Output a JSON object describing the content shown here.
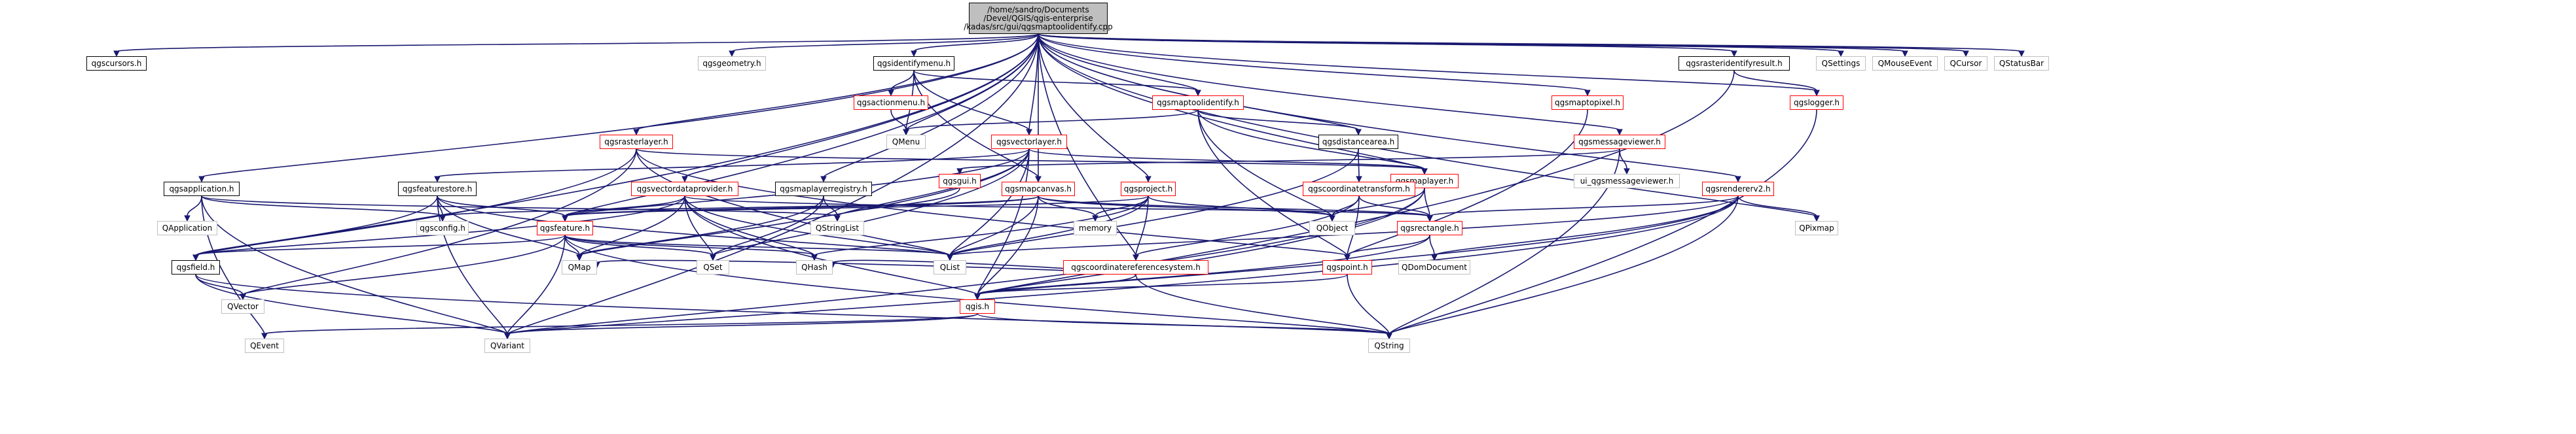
{
  "diagram": {
    "root": "/home/sandro/Documents\n/Devel/QGIS/qgis-enterprise\n/kadas/src/gui/qgsmaptoolidentify.cpp",
    "nodes": {
      "qgscursors": "qgscursors.h",
      "qgsgeometry": "qgsgeometry.h",
      "qgsidentifymenu": "qgsidentifymenu.h",
      "qgsactionmenu": "qgsactionmenu.h",
      "qmenu": "QMenu",
      "qgsmaptoolidentify": "qgsmaptoolidentify.h",
      "qgsvectorlayer": "qgsvectorlayer.h",
      "qgsdistancearea": "qgsdistancearea.h",
      "qgscoordinatetransform": "qgscoordinatetransform.h",
      "qgsmaplayer": "qgsmaplayer.h",
      "qgsmaptopixel": "qgsmaptopixel.h",
      "qgsmessageviewer": "qgsmessageviewer.h",
      "ui_qgsmessageviewer": "ui_qgsmessageviewer.h",
      "qgsrasteridentifyresult": "qgsrasteridentifyresult.h",
      "qgslogger": "qgslogger.h",
      "qsettings": "QSettings",
      "qmouseevent": "QMouseEvent",
      "qcursor": "QCursor",
      "qstatusbar": "QStatusBar",
      "qgsrasterlayer": "qgsrasterlayer.h",
      "qgsfeaturestore": "qgsfeaturestore.h",
      "qgsvectordataprovider": "qgsvectordataprovider.h",
      "qgsmaplayerregistry": "qgsmaplayerregistry.h",
      "qgsgui": "qgsgui.h",
      "qgsmapcanvas": "qgsmapcanvas.h",
      "qgsproject": "qgsproject.h",
      "qgsapplication": "qgsapplication.h",
      "qapplication": "QApplication",
      "qgsconfig": "qgsconfig.h",
      "qgsfeature": "qgsfeature.h",
      "qstringlist": "QStringList",
      "memory": "memory",
      "qobject": "QObject",
      "qgsrectangle": "qgsrectangle.h",
      "qgsrendererv2": "qgsrendererv2.h",
      "qpixmap": "QPixmap",
      "qgscoordinatereferencesystem": "qgscoordinatereferencesystem.h",
      "qgsfield": "qgsfield.h",
      "qmap": "QMap",
      "qset": "QSet",
      "qhash": "QHash",
      "qlist": "QList",
      "qgspoint": "qgspoint.h",
      "qdomdocument": "QDomDocument",
      "qvector": "QVector",
      "qgis": "qgis.h",
      "qevent": "QEvent",
      "qvariant": "QVariant",
      "qstring": "QString"
    },
    "edges": [
      [
        "root",
        "qgscursors"
      ],
      [
        "root",
        "qgsgeometry"
      ],
      [
        "root",
        "qgsidentifymenu"
      ],
      [
        "root",
        "qmenu"
      ],
      [
        "root",
        "qgsmaptoolidentify"
      ],
      [
        "root",
        "qgsvectorlayer"
      ],
      [
        "root",
        "qgsdistancearea"
      ],
      [
        "root",
        "qgsmaplayer"
      ],
      [
        "root",
        "qgsmaptopixel"
      ],
      [
        "root",
        "qgsmessageviewer"
      ],
      [
        "root",
        "qgsrasteridentifyresult"
      ],
      [
        "root",
        "qgslogger"
      ],
      [
        "root",
        "qsettings"
      ],
      [
        "root",
        "qmouseevent"
      ],
      [
        "root",
        "qcursor"
      ],
      [
        "root",
        "qstatusbar"
      ],
      [
        "root",
        "qgsrasterlayer"
      ],
      [
        "root",
        "qgsvectordataprovider"
      ],
      [
        "root",
        "qgsmaplayerregistry"
      ],
      [
        "root",
        "qgsmapcanvas"
      ],
      [
        "root",
        "qgsproject"
      ],
      [
        "root",
        "qgsapplication"
      ],
      [
        "root",
        "qgsfeature"
      ],
      [
        "root",
        "qgsrendererv2"
      ],
      [
        "root",
        "qgscoordinatereferencesystem"
      ],
      [
        "root",
        "qgsfield"
      ],
      [
        "root",
        "qvariant"
      ],
      [
        "root",
        "qpixmap"
      ],
      [
        "qgsidentifymenu",
        "qgsactionmenu"
      ],
      [
        "qgsidentifymenu",
        "qmenu"
      ],
      [
        "qgsidentifymenu",
        "qgsmaptoolidentify"
      ],
      [
        "qgsidentifymenu",
        "qgsvectorlayer"
      ],
      [
        "qgsidentifymenu",
        "qgsmapcanvas"
      ],
      [
        "qgsactionmenu",
        "qmenu"
      ],
      [
        "qgsmaptoolidentify",
        "qmenu"
      ],
      [
        "qgsmaptoolidentify",
        "qgsdistancearea"
      ],
      [
        "qgsmaptoolidentify",
        "qgsmaplayer"
      ],
      [
        "qgsmaptoolidentify",
        "qobject"
      ],
      [
        "qgsmaptoolidentify",
        "qgspoint"
      ],
      [
        "qgsdistancearea",
        "qgscoordinatetransform"
      ],
      [
        "qgsdistancearea",
        "qlist"
      ],
      [
        "qgscoordinatetransform",
        "qobject"
      ],
      [
        "qgscoordinatetransform",
        "qgscoordinatereferencesystem"
      ],
      [
        "qgscoordinatetransform",
        "qgsrectangle"
      ],
      [
        "qgscoordinatetransform",
        "qgspoint"
      ],
      [
        "qgsmaplayer",
        "qobject"
      ],
      [
        "qgsmaplayer",
        "qgsrectangle"
      ],
      [
        "qgsmaplayer",
        "qgis"
      ],
      [
        "qgsmaplayer",
        "qvariant"
      ],
      [
        "qgsmaptopixel",
        "qgspoint"
      ],
      [
        "qgsmessageviewer",
        "qgsgui"
      ],
      [
        "qgsmessageviewer",
        "ui_qgsmessageviewer"
      ],
      [
        "qgsmessageviewer",
        "qstring"
      ],
      [
        "qgsrasteridentifyresult",
        "qgslogger"
      ],
      [
        "qgsrasteridentifyresult",
        "qgis"
      ],
      [
        "qgslogger",
        "qstring"
      ],
      [
        "qgsvectorlayer",
        "qgsmaplayer"
      ],
      [
        "qgsvectorlayer",
        "qgsfeaturestore"
      ],
      [
        "qgsvectorlayer",
        "qgsfeature"
      ],
      [
        "qgsvectorlayer",
        "qstringlist"
      ],
      [
        "qgsvectorlayer",
        "qset"
      ],
      [
        "qgsvectorlayer",
        "qlist"
      ],
      [
        "qgsvectorlayer",
        "qgis"
      ],
      [
        "qgsvectorlayer",
        "qmap"
      ],
      [
        "qgsrasterlayer",
        "qgsmaplayer"
      ],
      [
        "qgsrasterlayer",
        "qgsfield"
      ],
      [
        "qgsrasterlayer",
        "qgspoint"
      ],
      [
        "qgsrasterlayer",
        "qlist"
      ],
      [
        "qgsrasterlayer",
        "qvector"
      ],
      [
        "qgsfeaturestore",
        "qgsfeature"
      ],
      [
        "qgsfeaturestore",
        "qgsconfig"
      ],
      [
        "qgsfeaturestore",
        "qgsfield"
      ],
      [
        "qgsfeaturestore",
        "qmap"
      ],
      [
        "qgsfeaturestore",
        "qlist"
      ],
      [
        "qgsfeaturestore",
        "qvariant"
      ],
      [
        "qgsvectordataprovider",
        "qgsfeature"
      ],
      [
        "qgsvectordataprovider",
        "qset"
      ],
      [
        "qgsvectordataprovider",
        "qmap"
      ],
      [
        "qgsvectordataprovider",
        "qhash"
      ],
      [
        "qgsvectordataprovider",
        "qlist"
      ],
      [
        "qgsvectordataprovider",
        "qgis"
      ],
      [
        "qgsvectordataprovider",
        "qgsrectangle"
      ],
      [
        "qgsvectordataprovider",
        "qgsfield"
      ],
      [
        "qgsmaplayerregistry",
        "qstringlist"
      ],
      [
        "qgsmaplayerregistry",
        "qmap"
      ],
      [
        "qgsmaplayerregistry",
        "qset"
      ],
      [
        "qgsgui",
        "qstringlist"
      ],
      [
        "qgsmapcanvas",
        "qgsconfig"
      ],
      [
        "qgsmapcanvas",
        "memory"
      ],
      [
        "qgsmapcanvas",
        "qobject"
      ],
      [
        "qgsmapcanvas",
        "qgsrectangle"
      ],
      [
        "qgsmapcanvas",
        "qgsfeature"
      ],
      [
        "qgsmapcanvas",
        "qgis"
      ],
      [
        "qgsmapcanvas",
        "qlist"
      ],
      [
        "qgsproject",
        "memory"
      ],
      [
        "qgsproject",
        "qgscoordinatereferencesystem"
      ],
      [
        "qgsproject",
        "qobject"
      ],
      [
        "qgsproject",
        "qlist"
      ],
      [
        "qgsproject",
        "qhash"
      ],
      [
        "qgsproject",
        "qgsfeature"
      ],
      [
        "qgsapplication",
        "qapplication"
      ],
      [
        "qgsapplication",
        "qgsconfig"
      ],
      [
        "qgsapplication",
        "qevent"
      ],
      [
        "qgsapplication",
        "qstringlist"
      ],
      [
        "qgsapplication",
        "qvariant"
      ],
      [
        "qgsfeature",
        "qmap"
      ],
      [
        "qgsfeature",
        "qlist"
      ],
      [
        "qgsfeature",
        "qset"
      ],
      [
        "qgsfeature",
        "qhash"
      ],
      [
        "qgsfeature",
        "qvector"
      ],
      [
        "qgsfeature",
        "qvariant"
      ],
      [
        "qgsfeature",
        "qgsfield"
      ],
      [
        "qgsfeature",
        "qstring"
      ],
      [
        "qgsrendererv2",
        "qgsrectangle"
      ],
      [
        "qgsrendererv2",
        "qpixmap"
      ],
      [
        "qgsrendererv2",
        "qgis"
      ],
      [
        "qgsrendererv2",
        "qdomdocument"
      ],
      [
        "qgsrendererv2",
        "qlist"
      ],
      [
        "qgsrendererv2",
        "qstring"
      ],
      [
        "qgsrendererv2",
        "qvariant"
      ],
      [
        "qgsrectangle",
        "qdomdocument"
      ],
      [
        "qgsrectangle",
        "qgspoint"
      ],
      [
        "qgsrectangle",
        "qgis"
      ],
      [
        "qgscoordinatereferencesystem",
        "qmap"
      ],
      [
        "qgscoordinatereferencesystem",
        "qhash"
      ],
      [
        "qgscoordinatereferencesystem",
        "qgis"
      ],
      [
        "qgscoordinatereferencesystem",
        "qstring"
      ],
      [
        "qgsfield",
        "qvector"
      ],
      [
        "qgsfield",
        "qvariant"
      ],
      [
        "qgsfield",
        "qstring"
      ],
      [
        "qgspoint",
        "qgis"
      ],
      [
        "qgspoint",
        "qstring"
      ],
      [
        "qgis",
        "qevent"
      ],
      [
        "qgis",
        "qvariant"
      ],
      [
        "qgis",
        "qstring"
      ]
    ]
  }
}
